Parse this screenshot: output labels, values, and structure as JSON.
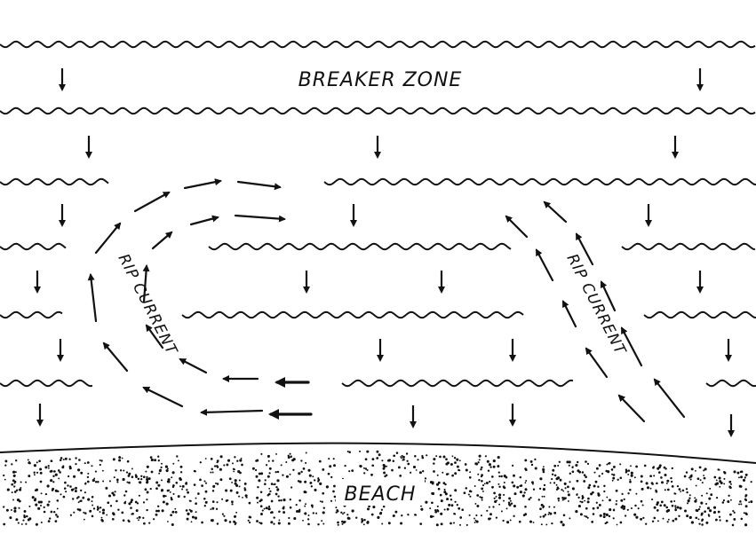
{
  "labels": {
    "breaker_zone": "BREAKER ZONE",
    "beach": "BEACH",
    "rip_left": "RIP CURRENT",
    "rip_right": "RIP CURRENT"
  },
  "colors": {
    "ink": "#111111",
    "background": "#ffffff"
  },
  "icons": {
    "wave": "wave-line",
    "arrow": "arrow-icon",
    "sand": "sand-dots"
  }
}
